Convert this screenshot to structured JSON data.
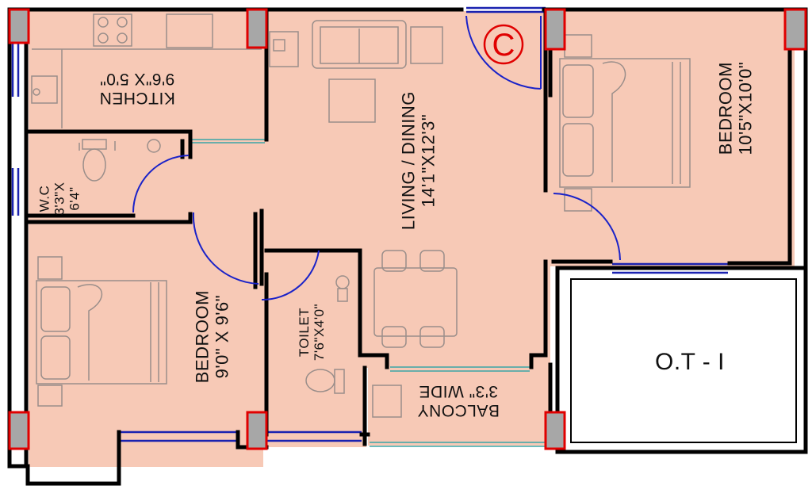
{
  "plan": {
    "kitchen": {
      "name": "KITCHEN",
      "size": "9'6\"X 5'0\""
    },
    "wc": {
      "name": "W.C",
      "size_line1": "3'3\"X",
      "size_line2": "6'4\""
    },
    "living": {
      "name": "LIVING / DINING",
      "size": "14'1\"X12'3\""
    },
    "bedroom_right": {
      "name": "BEDROOM",
      "size": "10'5\"X10'0\""
    },
    "bedroom_left": {
      "name": "BEDROOM",
      "size": "9'0\" X 9'6\""
    },
    "toilet": {
      "name": "TOILET",
      "size": "7'6\"X4'0\""
    },
    "balcony": {
      "name": "BALCONY",
      "size": "3'3\" WIDE"
    },
    "ot": {
      "name": "O.T - I"
    },
    "entrance_mark": "C"
  },
  "colors": {
    "floor": "#f7c9b6",
    "wall": "#000000",
    "column_fill": "#a7a7a7",
    "column_border": "#e00000",
    "window": "#1a22b0",
    "door_swing": "#1a22c8",
    "entrance": "#e00000",
    "furniture": "#9a8e8a"
  }
}
